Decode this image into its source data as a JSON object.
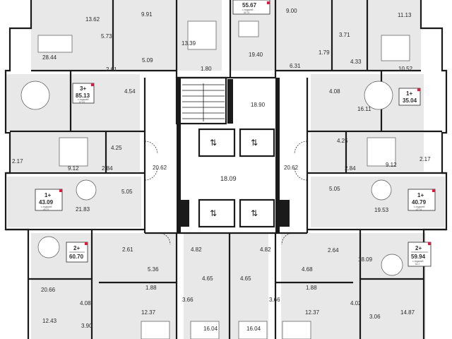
{
  "colors": {
    "wall": "#1a1a1a",
    "room_fill": "#e8e8e8",
    "core_fill": "#ffffff",
    "text": "#2b2b2b",
    "accent": "#e0193a"
  },
  "room_areas": {
    "r_13_62": "13.62",
    "r_9_91": "9.91",
    "r_5_73": "5.73",
    "r_13_39": "13.39",
    "r_9_00": "9.00",
    "r_11_13": "11.13",
    "r_3_71": "3.71",
    "r_28_44": "28.44",
    "r_5_09": "5.09",
    "r_19_40": "19.40",
    "r_1_79": "1.79",
    "r_4_33": "4.33",
    "r_2_61_a": "2.61",
    "r_1_80": "1.80",
    "r_6_31": "6.31",
    "r_10_52": "10.52",
    "r_4_54": "4.54",
    "r_18_90": "18.90",
    "r_4_08_a": "4.08",
    "r_16_11": "16.11",
    "r_4_25_a": "4.25",
    "r_4_25_b": "4.25",
    "r_2_17_a": "2.17",
    "r_9_12_a": "9.12",
    "r_2_84_a": "2.84",
    "r_20_62_a": "20.62",
    "r_18_09_core": "18.09",
    "r_20_62_b": "20.62",
    "r_2_84_b": "2.84",
    "r_9_12_b": "9.12",
    "r_2_17_b": "2.17",
    "r_5_05_a": "5.05",
    "r_5_05_b": "5.05",
    "r_21_83": "21.83",
    "r_19_53": "19.53",
    "r_2_61_b": "2.61",
    "r_4_82_a": "4.82",
    "r_4_82_b": "4.82",
    "r_2_64": "2.64",
    "r_5_36": "5.36",
    "r_4_68": "4.68",
    "r_18_09_b": "18.09",
    "r_1_88_a": "1.88",
    "r_1_88_b": "1.88",
    "r_20_66": "20.66",
    "r_4_65_a": "4.65",
    "r_4_65_b": "4.65",
    "r_4_08_b": "4.08",
    "r_12_37_a": "12.37",
    "r_3_66_a": "3.66",
    "r_3_66_b": "3.66",
    "r_12_37_b": "12.37",
    "r_4_02": "4.02",
    "r_3_06": "3.06",
    "r_14_87": "14.87",
    "r_12_43": "12.43",
    "r_3_90": "3.90",
    "r_16_04_a": "16.04",
    "r_16_04_b": "16.04"
  },
  "apartment_tags": {
    "top_center": {
      "rooms": "",
      "area": "55.67",
      "sub": "с лоджией",
      "sub_area": "60.75"
    },
    "left_3k": {
      "rooms": "3+",
      "area": "85.13",
      "sub": "с лоджией",
      "sub_area": "87.08"
    },
    "right_1k_a": {
      "rooms": "1+",
      "area": "35.04",
      "sub": "",
      "sub_area": ""
    },
    "left_1k": {
      "rooms": "1+",
      "area": "43.09",
      "sub": "с лоджией",
      "sub_area": "45.23"
    },
    "right_1k_b": {
      "rooms": "1+",
      "area": "40.79",
      "sub": "с лоджией",
      "sub_area": "42.74"
    },
    "left_2k": {
      "rooms": "2+",
      "area": "60.70",
      "sub": "",
      "sub_area": ""
    },
    "right_2k": {
      "rooms": "2+",
      "area": "59.94",
      "sub": "с лоджией",
      "sub_area": "62.1"
    }
  }
}
